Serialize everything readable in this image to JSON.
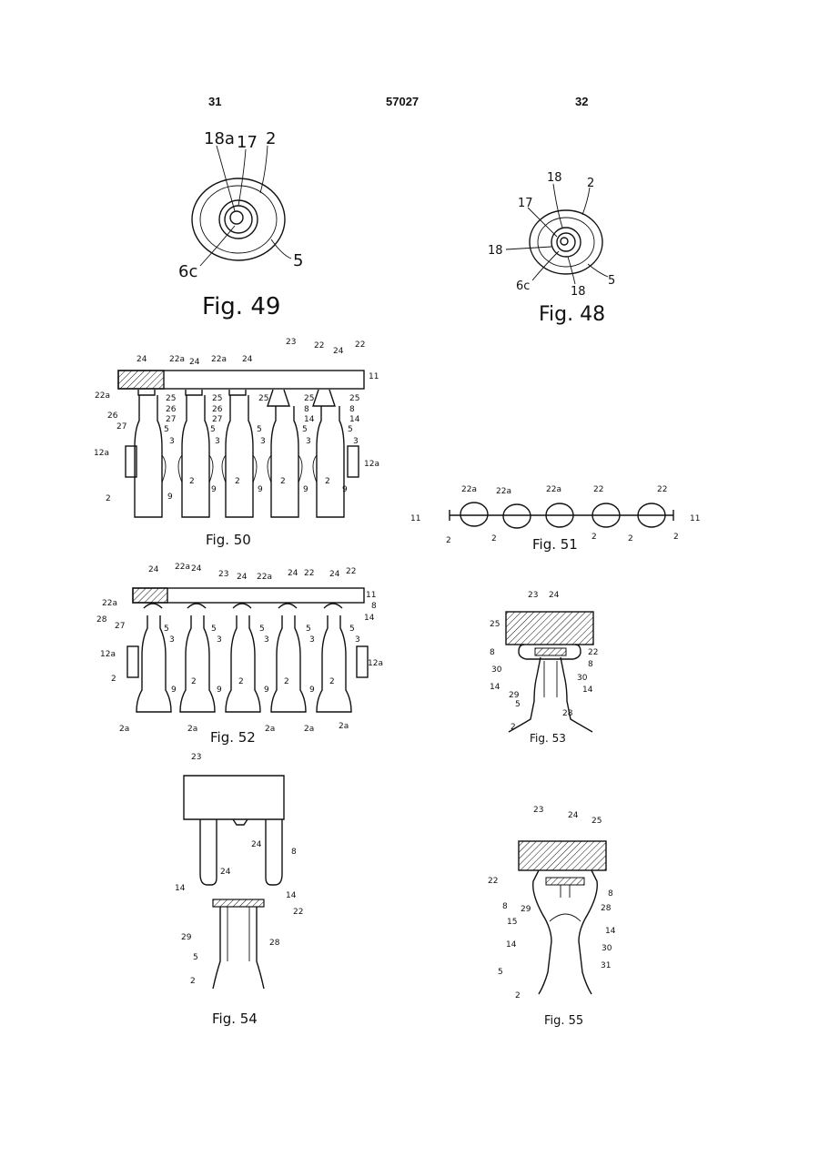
{
  "header": {
    "left_page": "31",
    "doc_number": "57027",
    "right_page": "32"
  },
  "figures": {
    "fig49": {
      "title": "Fig. 49",
      "labels": [
        "18a",
        "17",
        "2",
        "6c",
        "5"
      ]
    },
    "fig48": {
      "title": "Fig. 48",
      "labels": [
        "18",
        "2",
        "17",
        "18",
        "6c",
        "18",
        "5"
      ]
    },
    "fig50": {
      "title": "Fig. 50",
      "labels": [
        "24",
        "22a",
        "24",
        "22a",
        "24",
        "23",
        "22",
        "24",
        "22",
        "11",
        "22a",
        "25",
        "25",
        "25",
        "25",
        "25",
        "26",
        "26",
        "26",
        "8",
        "8",
        "27",
        "27",
        "27",
        "14",
        "14",
        "5",
        "5",
        "5",
        "5",
        "5",
        "3",
        "3",
        "3",
        "3",
        "3",
        "12a",
        "12a",
        "2",
        "2",
        "2",
        "2",
        "2",
        "9",
        "9",
        "9",
        "9",
        "9"
      ]
    },
    "fig51": {
      "title": "Fig. 51",
      "labels": [
        "22a",
        "22a",
        "22a",
        "22",
        "22",
        "11",
        "11",
        "2",
        "2",
        "2",
        "2",
        "2"
      ]
    },
    "fig52": {
      "title": "Fig. 52",
      "labels": [
        "24",
        "22a",
        "24",
        "23",
        "24",
        "22a",
        "24",
        "22",
        "24",
        "22",
        "22a",
        "11",
        "8",
        "28",
        "27",
        "14",
        "5",
        "5",
        "5",
        "5",
        "5",
        "3",
        "3",
        "3",
        "3",
        "3",
        "12a",
        "12a",
        "2",
        "2",
        "2",
        "2",
        "2",
        "9",
        "9",
        "9",
        "9",
        "2a",
        "2a",
        "2a",
        "2a",
        "2a"
      ]
    },
    "fig53": {
      "title": "Fig. 53",
      "labels": [
        "23",
        "24",
        "25",
        "8",
        "22",
        "8",
        "30",
        "30",
        "14",
        "14",
        "29",
        "5",
        "28",
        "2"
      ]
    },
    "fig54": {
      "title": "Fig. 54",
      "labels": [
        "23",
        "24",
        "8",
        "24",
        "14",
        "14",
        "22",
        "29",
        "28",
        "5",
        "2"
      ]
    },
    "fig55": {
      "title": "Fig. 55",
      "labels": [
        "23",
        "24",
        "25",
        "22",
        "8",
        "8",
        "29",
        "28",
        "15",
        "14",
        "14",
        "30",
        "5",
        "31",
        "2"
      ]
    }
  }
}
